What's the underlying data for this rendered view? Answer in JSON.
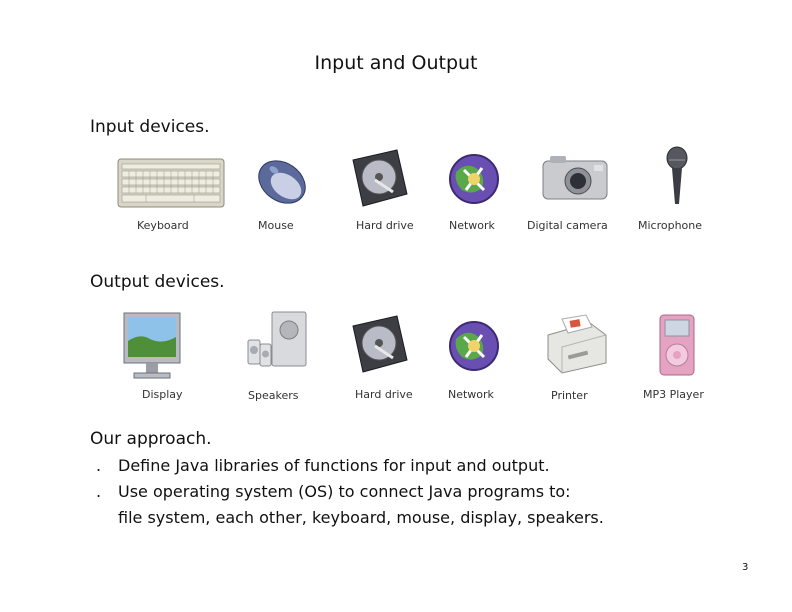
{
  "slide": {
    "title": "Input and Output",
    "page_number": "3"
  },
  "input_section": {
    "heading": "Input devices.",
    "devices": [
      "Keyboard",
      "Mouse",
      "Hard drive",
      "Network",
      "Digital camera",
      "Microphone"
    ]
  },
  "output_section": {
    "heading": "Output devices.",
    "devices": [
      "Display",
      "Speakers",
      "Hard drive",
      "Network",
      "Printer",
      "MP3 Player"
    ]
  },
  "approach": {
    "heading": "Our approach.",
    "bullet_glyph": ".",
    "lines": [
      "Define Java libraries of functions for input and output.",
      "Use operating system (OS) to connect Java programs to:",
      "file system, each other, keyboard, mouse, display, speakers."
    ]
  },
  "icons": {
    "input": [
      "keyboard-icon",
      "mouse-icon",
      "hard-drive-icon",
      "network-icon",
      "digital-camera-icon",
      "microphone-icon"
    ],
    "output": [
      "display-icon",
      "speakers-icon",
      "hard-drive-icon",
      "network-icon",
      "printer-icon",
      "mp3-player-icon"
    ]
  }
}
